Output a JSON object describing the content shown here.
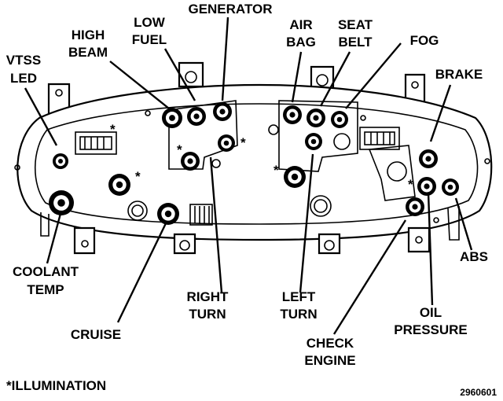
{
  "labels": {
    "vtss_led": [
      "VTSS",
      "LED"
    ],
    "high_beam": [
      "HIGH",
      "BEAM"
    ],
    "low_fuel": [
      "LOW",
      "FUEL"
    ],
    "generator": [
      "GENERATOR"
    ],
    "air_bag": [
      "AIR",
      "BAG"
    ],
    "seat_belt": [
      "SEAT",
      "BELT"
    ],
    "fog": [
      "FOG"
    ],
    "brake": [
      "BRAKE"
    ],
    "coolant_temp": [
      "COOLANT",
      "TEMP"
    ],
    "right_turn": [
      "RIGHT",
      "TURN"
    ],
    "cruise": [
      "CRUISE"
    ],
    "left_turn": [
      "LEFT",
      "TURN"
    ],
    "check_engine": [
      "CHECK",
      "ENGINE"
    ],
    "oil_pressure": [
      "OIL",
      "PRESSURE"
    ],
    "abs": [
      "ABS"
    ]
  },
  "illumination_marker": "*",
  "footnote": "*ILLUMINATION",
  "figure_number": "2960601"
}
